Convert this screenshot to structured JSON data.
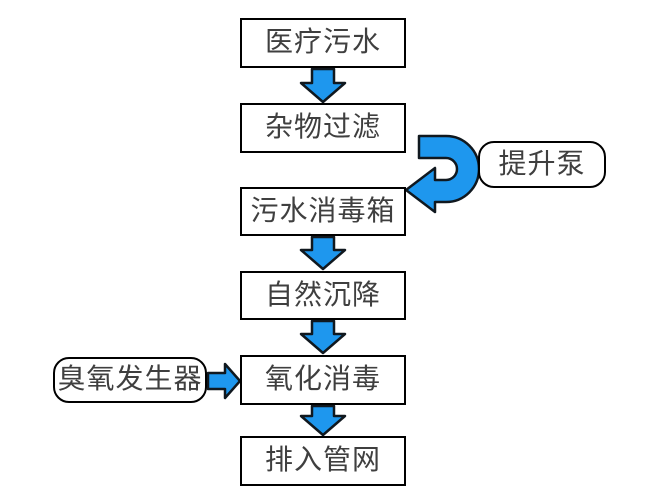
{
  "flow": {
    "steps": [
      {
        "label": "医疗污水"
      },
      {
        "label": "杂物过滤"
      },
      {
        "label": "污水消毒箱"
      },
      {
        "label": "自然沉降"
      },
      {
        "label": "氧化消毒"
      },
      {
        "label": "排入管网"
      }
    ],
    "side_nodes": [
      {
        "label": "提升泵"
      },
      {
        "label": "臭氧发生器"
      }
    ]
  },
  "colors": {
    "arrow_fill": "#1e97ee",
    "arrow_outline": "#10181f",
    "box_border": "#000000",
    "box_background": "#ffffff",
    "text": "#3f3f3f",
    "page_background": "#ffffff"
  }
}
